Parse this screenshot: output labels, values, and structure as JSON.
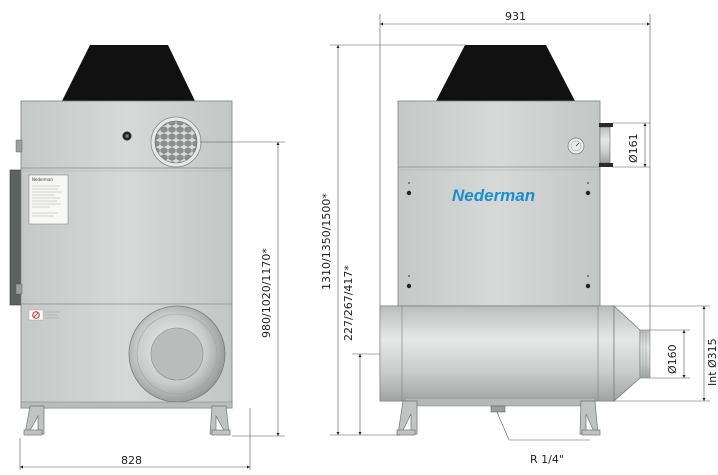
{
  "drawing": {
    "front_width": "828",
    "total_width": "931",
    "front_height": "980/1020/1170*",
    "total_height": "1310/1350/1500*",
    "inlet_height": "227/267/417*",
    "outlet_diameter": "Ø161",
    "inlet_inner_diameter": "Ø160",
    "inlet_outer_diameter": "Int Ø315",
    "drain_thread": "R 1/4\"",
    "brand": "Nederman",
    "label_brand": "Nederman"
  },
  "colors": {
    "housing": "#cfd3d1",
    "housing_edge": "#7c817f",
    "fan_hood": "#111111",
    "brand_blue": "#1a8fcf"
  }
}
